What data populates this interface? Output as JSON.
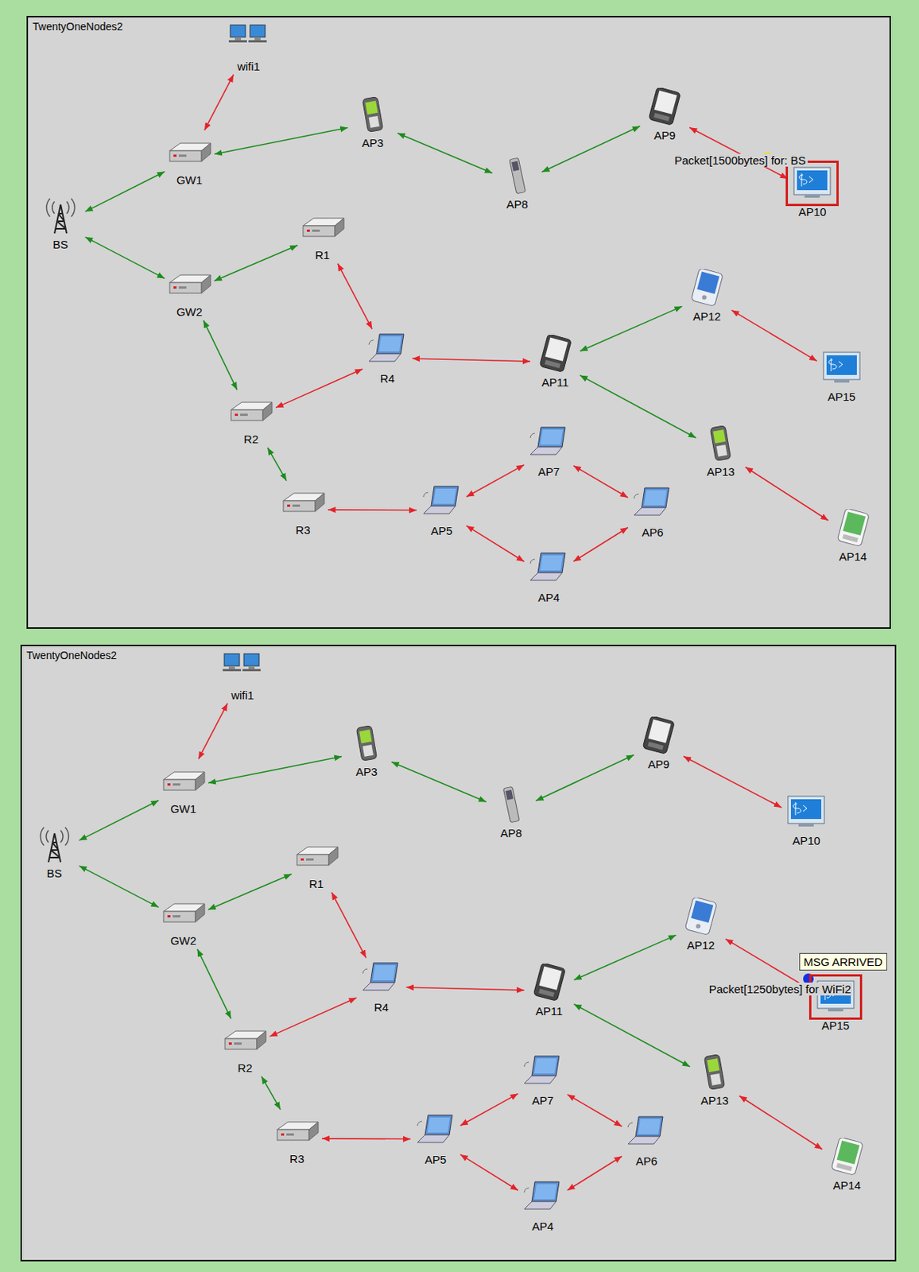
{
  "diagram": {
    "nodes": [
      {
        "text": [
          "TwentyOneNodes2"
        ]
      },
      {
        "text": [
          "wifi1"
        ],
        "in": 0
      },
      {
        "text": [
          "GW1"
        ],
        "in": 0
      },
      {
        "text": [
          "AP3"
        ],
        "in": 0
      },
      {
        "text": [
          "AP8"
        ],
        "in": 0
      },
      {
        "text": [
          "AP9"
        ],
        "in": 0
      },
      {
        "text": [
          "AP10"
        ],
        "in": 0
      },
      {
        "text": [
          "BS"
        ],
        "in": 0
      },
      {
        "text": [
          "GW2"
        ],
        "in": 0
      },
      {
        "text": [
          "R1"
        ],
        "in": 0
      },
      {
        "text": [
          "R4"
        ],
        "in": 0
      },
      {
        "text": [
          "AP11"
        ],
        "in": 0
      },
      {
        "text": [
          "AP12"
        ],
        "in": 0
      },
      {
        "text": [
          "AP15"
        ],
        "in": 0
      },
      {
        "text": [
          "R2"
        ],
        "in": 0
      },
      {
        "text": [
          "R3"
        ],
        "in": 0
      },
      {
        "text": [
          "AP5"
        ],
        "in": 0
      },
      {
        "text": [
          "AP7"
        ],
        "in": 0
      },
      {
        "text": [
          "AP6"
        ],
        "in": 0
      },
      {
        "text": [
          "AP13"
        ],
        "in": 0
      },
      {
        "text": [
          "AP14"
        ],
        "in": 0
      },
      {
        "text": [
          "AP4"
        ],
        "in": 0
      },
      {
        "text": [
          "TwentyOneNodes2"
        ]
      },
      {
        "text": [
          "wifi1"
        ],
        "in": 22
      },
      {
        "text": [
          "GW1"
        ],
        "in": 22
      },
      {
        "text": [
          "AP3"
        ],
        "in": 22
      },
      {
        "text": [
          "AP8"
        ],
        "in": 22
      },
      {
        "text": [
          "AP9"
        ],
        "in": 22
      },
      {
        "text": [
          "AP10"
        ],
        "in": 22
      },
      {
        "text": [
          "BS"
        ],
        "in": 22
      },
      {
        "text": [
          "GW2"
        ],
        "in": 22
      },
      {
        "text": [
          "R1"
        ],
        "in": 22
      },
      {
        "text": [
          "R4"
        ],
        "in": 22
      },
      {
        "text": [
          "AP11"
        ],
        "in": 22
      },
      {
        "text": [
          "AP12"
        ],
        "in": 22
      },
      {
        "text": [
          "AP15"
        ],
        "in": 22
      },
      {
        "text": [
          "R2"
        ],
        "in": 22
      },
      {
        "text": [
          "R3"
        ],
        "in": 22
      },
      {
        "text": [
          "AP5"
        ],
        "in": 22
      },
      {
        "text": [
          "AP7"
        ],
        "in": 22
      },
      {
        "text": [
          "AP6"
        ],
        "in": 22
      },
      {
        "text": [
          "AP13"
        ],
        "in": 22
      },
      {
        "text": [
          "AP14"
        ],
        "in": 22
      },
      {
        "text": [
          "AP4"
        ],
        "in": 22
      }
    ],
    "edges": [
      {
        "from": 1,
        "to": 2,
        "arrow": "both"
      },
      {
        "from": 2,
        "to": 3,
        "arrow": "both"
      },
      {
        "from": 2,
        "to": 7,
        "arrow": "both"
      },
      {
        "from": 3,
        "to": 4,
        "arrow": "both"
      },
      {
        "from": 4,
        "to": 5,
        "arrow": "both"
      },
      {
        "from": 5,
        "to": 6,
        "arrow": "both"
      },
      {
        "from": 7,
        "to": 8,
        "arrow": "both"
      },
      {
        "from": 8,
        "to": 9,
        "arrow": "both"
      },
      {
        "from": 8,
        "to": 14,
        "arrow": "both"
      },
      {
        "from": 9,
        "to": 10,
        "arrow": "both"
      },
      {
        "from": 14,
        "to": 10,
        "arrow": "both"
      },
      {
        "from": 10,
        "to": 11,
        "arrow": "both"
      },
      {
        "from": 11,
        "to": 12,
        "arrow": "both"
      },
      {
        "from": 12,
        "to": 13,
        "arrow": "both"
      },
      {
        "from": 11,
        "to": 19,
        "arrow": "both"
      },
      {
        "from": 19,
        "to": 20,
        "arrow": "both"
      },
      {
        "from": 14,
        "to": 15,
        "arrow": "both"
      },
      {
        "from": 15,
        "to": 16,
        "arrow": "both"
      },
      {
        "from": 16,
        "to": 17,
        "arrow": "both"
      },
      {
        "from": 16,
        "to": 21,
        "arrow": "both"
      },
      {
        "from": 17,
        "to": 18,
        "arrow": "both"
      },
      {
        "from": 21,
        "to": 18,
        "arrow": "both"
      },
      {
        "from": 23,
        "to": 24,
        "arrow": "both"
      },
      {
        "from": 24,
        "to": 25,
        "arrow": "both"
      },
      {
        "from": 24,
        "to": 29,
        "arrow": "both"
      },
      {
        "from": 25,
        "to": 26,
        "arrow": "both"
      },
      {
        "from": 26,
        "to": 27,
        "arrow": "both"
      },
      {
        "from": 27,
        "to": 28,
        "arrow": "both"
      },
      {
        "from": 29,
        "to": 30,
        "arrow": "both"
      },
      {
        "from": 30,
        "to": 31,
        "arrow": "both"
      },
      {
        "from": 30,
        "to": 36,
        "arrow": "both"
      },
      {
        "from": 31,
        "to": 32,
        "arrow": "both"
      },
      {
        "from": 36,
        "to": 32,
        "arrow": "both"
      },
      {
        "from": 32,
        "to": 33,
        "arrow": "both"
      },
      {
        "from": 33,
        "to": 34,
        "arrow": "both"
      },
      {
        "from": 34,
        "to": 35,
        "arrow": "both"
      },
      {
        "from": 33,
        "to": 41,
        "arrow": "both"
      },
      {
        "from": 41,
        "to": 42,
        "arrow": "both"
      },
      {
        "from": 36,
        "to": 37,
        "arrow": "both"
      },
      {
        "from": 37,
        "to": 38,
        "arrow": "both"
      },
      {
        "from": 38,
        "to": 39,
        "arrow": "both"
      },
      {
        "from": 38,
        "to": 43,
        "arrow": "both"
      },
      {
        "from": 39,
        "to": 40,
        "arrow": "both"
      },
      {
        "from": 43,
        "to": 40,
        "arrow": "both"
      }
    ],
    "labels": [
      "Packet[1500bytes] for: BS",
      "MSG ARRIVED",
      "Packet[1250bytes] for WiFi2"
    ]
  }
}
